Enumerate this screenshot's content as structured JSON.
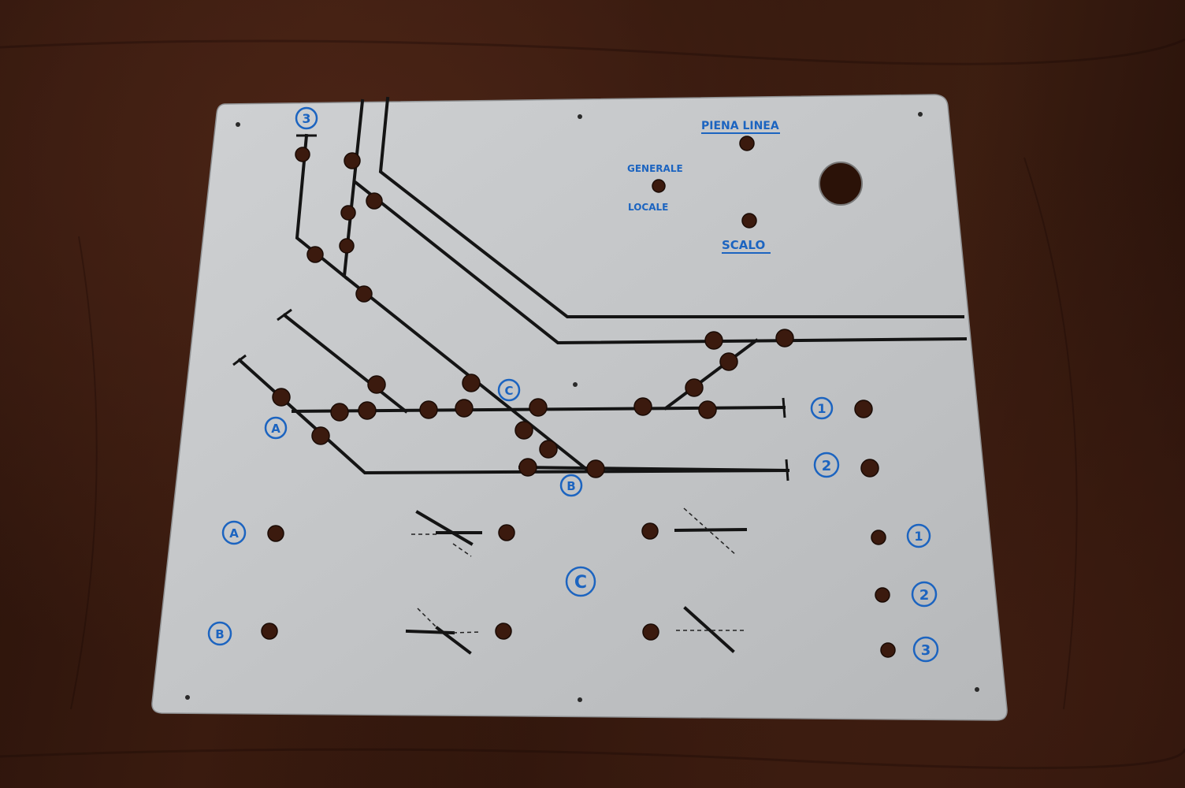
{
  "panel": {
    "labels": {
      "piena_linea": "PIENA LINEA",
      "generale": "GENERALE",
      "locale": "LOCALE",
      "scalo": "SCALO"
    },
    "circled_markers": {
      "track3_top": "3",
      "switch_a": "A",
      "switch_b": "B",
      "switch_c": "C",
      "track1": "1",
      "track2": "2",
      "lower_a": "A",
      "lower_b": "B",
      "lower_c": "C",
      "lower_1": "1",
      "lower_2": "2",
      "lower_3": "3"
    }
  },
  "colors": {
    "panel": "#c4c6c8",
    "ink_blue": "#1c64c0",
    "track_line": "#141414",
    "hole": "#3b1a0e",
    "table_wood": "#3a1b0f"
  }
}
